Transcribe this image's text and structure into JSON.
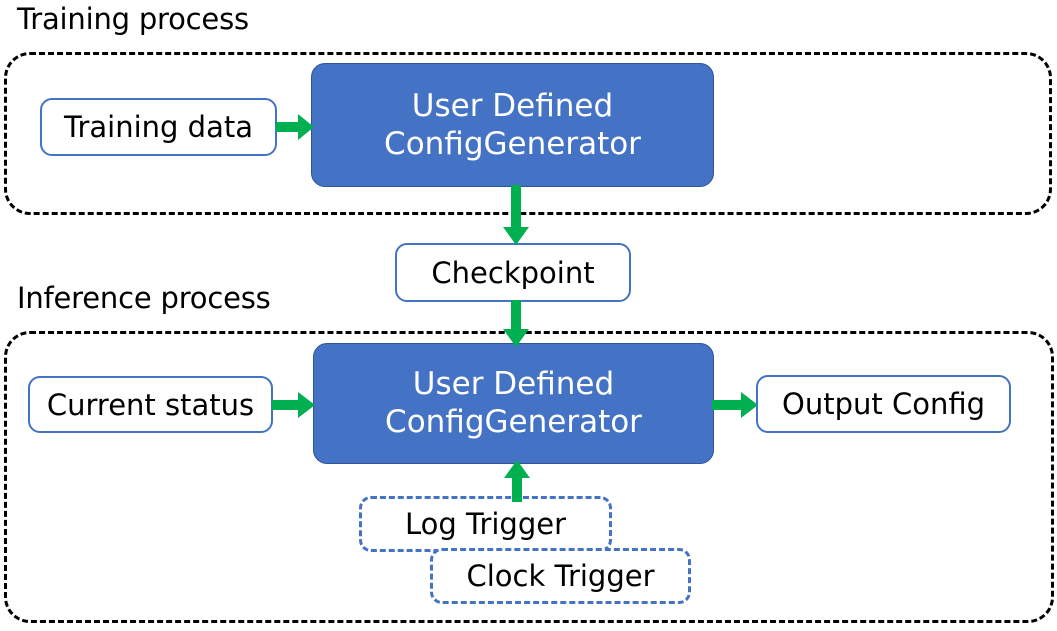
{
  "diagram": {
    "title_training": "Training process",
    "title_inference": "Inference process",
    "colors": {
      "process_fill": "#4472C4",
      "process_border": "#2F5597",
      "node_border": "#4472C4",
      "arrow": "#00B050",
      "group_border": "#000000",
      "text_dark": "#000000",
      "text_light": "#FFFFFF",
      "background": "#FFFFFF"
    }
  },
  "training_section": {
    "label": "Training process",
    "nodes": {
      "training_data": "Training data",
      "generator_line1": "User Defined",
      "generator_line2": "ConfigGenerator"
    }
  },
  "bridge": {
    "checkpoint": "Checkpoint"
  },
  "inference_section": {
    "label": "Inference process",
    "nodes": {
      "current_status": "Current status",
      "generator_line1": "User Defined",
      "generator_line2": "ConfigGenerator",
      "output_config": "Output Config",
      "log_trigger": "Log Trigger",
      "clock_trigger": "Clock Trigger"
    }
  },
  "edges": [
    {
      "id": "data-to-generator",
      "from": "Training data",
      "to": "User Defined ConfigGenerator",
      "direction": "right"
    },
    {
      "id": "generator-to-checkpoint",
      "from": "User Defined ConfigGenerator",
      "to": "Checkpoint",
      "direction": "down"
    },
    {
      "id": "checkpoint-to-generator2",
      "from": "Checkpoint",
      "to": "User Defined ConfigGenerator",
      "direction": "down"
    },
    {
      "id": "status-to-generator2",
      "from": "Current status",
      "to": "User Defined ConfigGenerator",
      "direction": "right"
    },
    {
      "id": "generator2-to-output",
      "from": "User Defined ConfigGenerator",
      "to": "Output Config",
      "direction": "right"
    },
    {
      "id": "triggers-to-generator2",
      "from": "Log Trigger / Clock Trigger",
      "to": "User Defined ConfigGenerator",
      "direction": "up"
    }
  ]
}
